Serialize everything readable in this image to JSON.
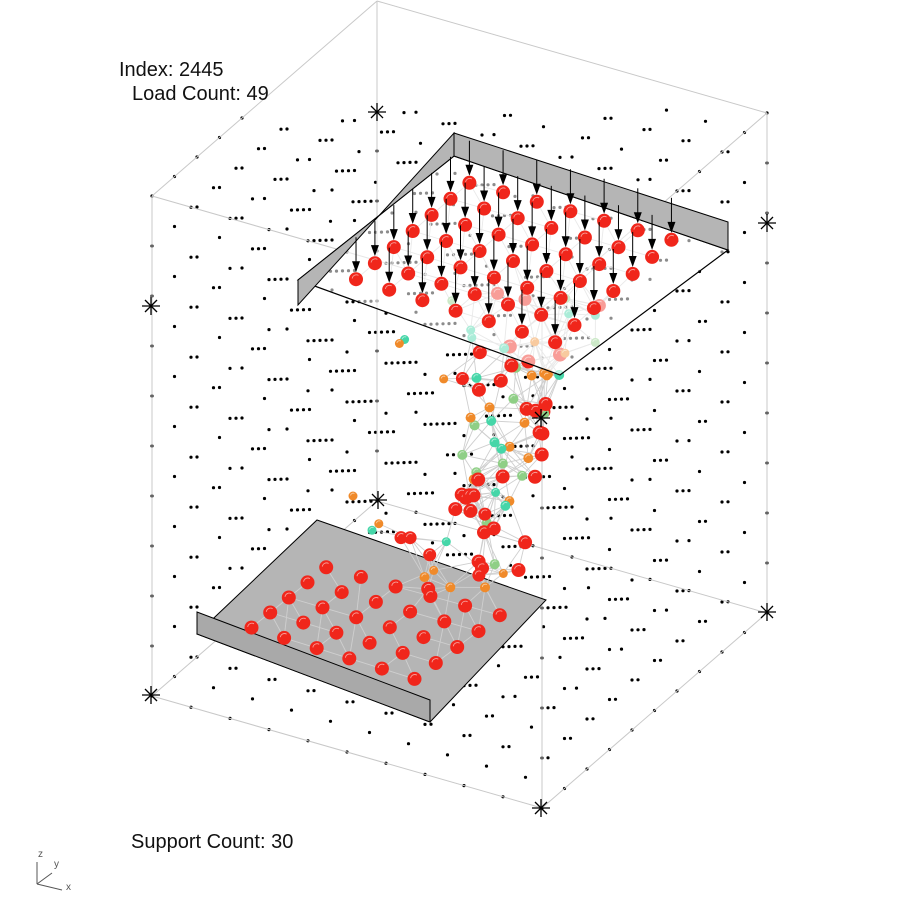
{
  "labels": {
    "index": "Index: 2445",
    "load_count": "Load Count: 49",
    "support_count": "Support Count: 30"
  },
  "triad": {
    "z": "z",
    "y": "y",
    "x": "x"
  },
  "colors": {
    "background": "#ffffff",
    "grid_node": "#000000",
    "bounding_box": "#c8c8c8",
    "corner_marker": "#000000",
    "plate_fill": "#b5b5b5",
    "plate_edge": "#000000",
    "member": "#cfcfcf",
    "load_arrow": "#000000",
    "node_high": "#f0261b",
    "node_mid": "#f08a2a",
    "node_low": "#8fcf86",
    "node_lowest": "#45d6a8"
  }
}
